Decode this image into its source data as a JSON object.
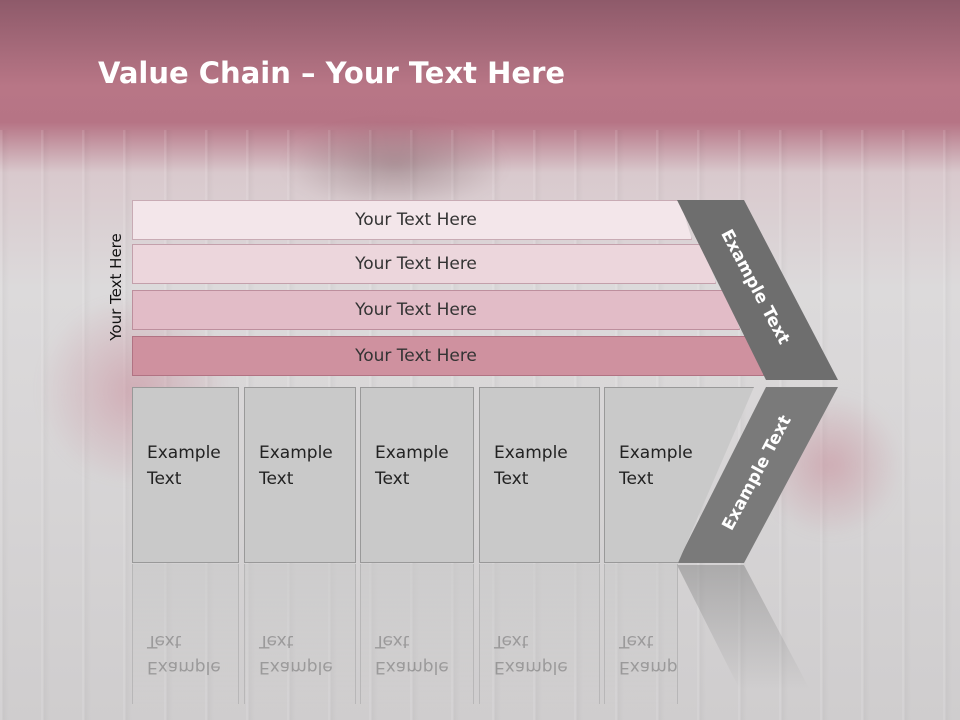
{
  "title": {
    "bold": "Value Chain",
    "rest": " – Your Text Here"
  },
  "side_label": "Your Text Here",
  "bands": [
    {
      "label": "Your Text Here",
      "color": "#f3e6ea"
    },
    {
      "label": "Your Text Here",
      "color": "#ecd6dc"
    },
    {
      "label": "Your Text Here",
      "color": "#e2bcc7"
    },
    {
      "label": "Your Text Here",
      "color": "#cf919f"
    }
  ],
  "boxes": [
    {
      "line1": "Example",
      "line2": "Text"
    },
    {
      "line1": "Example",
      "line2": "Text"
    },
    {
      "line1": "Example",
      "line2": "Text"
    },
    {
      "line1": "Example",
      "line2": "Text"
    },
    {
      "line1": "Example",
      "line2": "Text"
    }
  ],
  "chevron": {
    "upper_label": "Example Text",
    "lower_label": "Example Text",
    "upper_color": "#6e6e6e",
    "lower_color": "#7a7a7a"
  }
}
